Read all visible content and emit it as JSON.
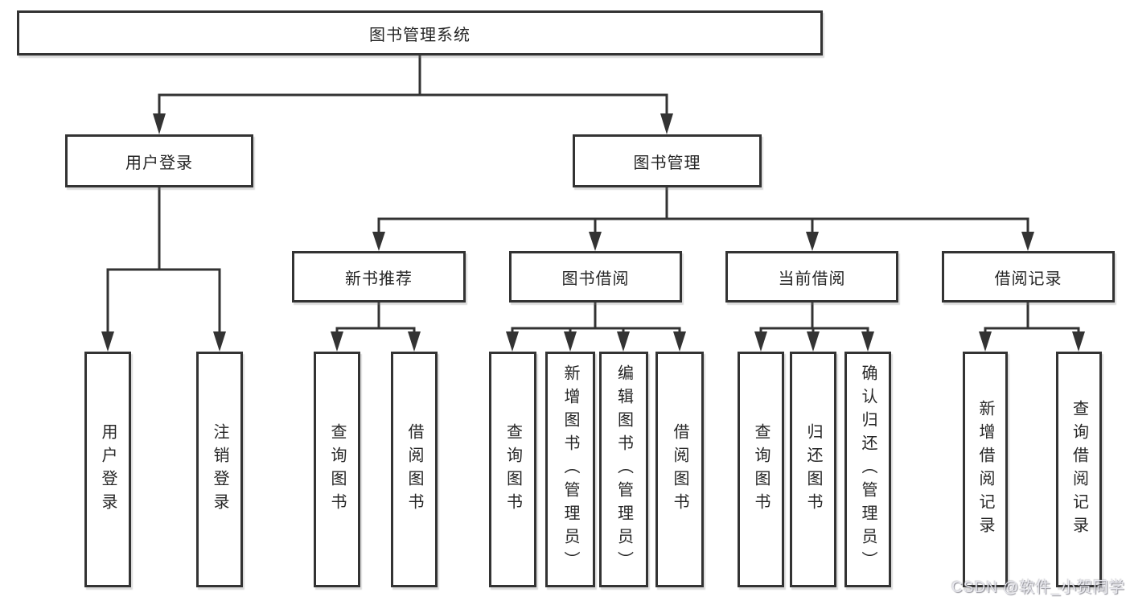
{
  "diagram": {
    "root": {
      "label": "图书管理系统"
    },
    "level2": [
      {
        "label": "用户登录"
      },
      {
        "label": "图书管理"
      }
    ],
    "level3": [
      {
        "label": "新书推荐"
      },
      {
        "label": "图书借阅"
      },
      {
        "label": "当前借阅"
      },
      {
        "label": "借阅记录"
      }
    ],
    "leaves": {
      "user_login": [
        {
          "label": "用户登录"
        },
        {
          "label": "注销登录"
        }
      ],
      "new_book_recommend": [
        {
          "label": "查询图书"
        },
        {
          "label": "借阅图书"
        }
      ],
      "book_borrow": [
        {
          "label": "查询图书"
        },
        {
          "label": "新增图书（管理员）"
        },
        {
          "label": "编辑图书（管理员）"
        },
        {
          "label": "借阅图书"
        }
      ],
      "current_borrow": [
        {
          "label": "查询图书"
        },
        {
          "label": "归还图书"
        },
        {
          "label": "确认归还（管理员）"
        }
      ],
      "borrow_records": [
        {
          "label": "新增借阅记录"
        },
        {
          "label": "查询借阅记录"
        }
      ]
    },
    "colors": {
      "line": "#333333",
      "box_background": "#ffffff",
      "text": "#262626"
    }
  },
  "watermark": {
    "text": "CSDN @软件_小贺同学"
  }
}
